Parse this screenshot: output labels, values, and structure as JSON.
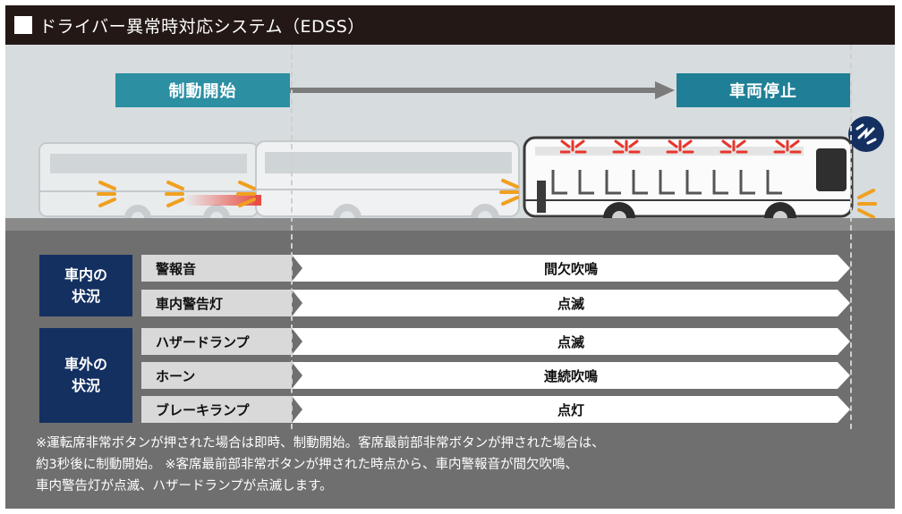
{
  "title": "ドライバー異常時対応システム（EDSS）",
  "stages": {
    "start_label": "制動開始",
    "stop_label": "車両停止"
  },
  "categories": {
    "inside": "車内の\n状況",
    "inside_line1": "車内の",
    "inside_line2": "状況",
    "outside_line1": "車外の",
    "outside_line2": "状況"
  },
  "rows": [
    {
      "label": "警報音",
      "value": "間欠吹鳴"
    },
    {
      "label": "車内警告灯",
      "value": "点滅"
    },
    {
      "label": "ハザードランプ",
      "value": "点滅"
    },
    {
      "label": "ホーン",
      "value": "連続吹鳴"
    },
    {
      "label": "ブレーキランプ",
      "value": "点灯"
    }
  ],
  "notes": [
    "※運転席非常ボタンが押された場合は即時、制動開始。客席最前部非常ボタンが押された場合は、",
    "約3秒後に制動開始。 ※客席最前部非常ボタンが押された時点から、車内警報音が間欠吹鳴、",
    "車内警告灯が点滅、ハザードランプが点滅します。"
  ],
  "colors": {
    "frame": "#231815",
    "stage": "#2c8fa2",
    "category": "#143061",
    "lower_bg": "#6f6f6f",
    "hazard": "#f0a020",
    "warning_light": "#e8352b"
  },
  "icons": [
    "square-icon",
    "arrow-right-icon",
    "horn-icon",
    "hazard-light-icon",
    "warning-light-icon",
    "bus-illustration"
  ]
}
